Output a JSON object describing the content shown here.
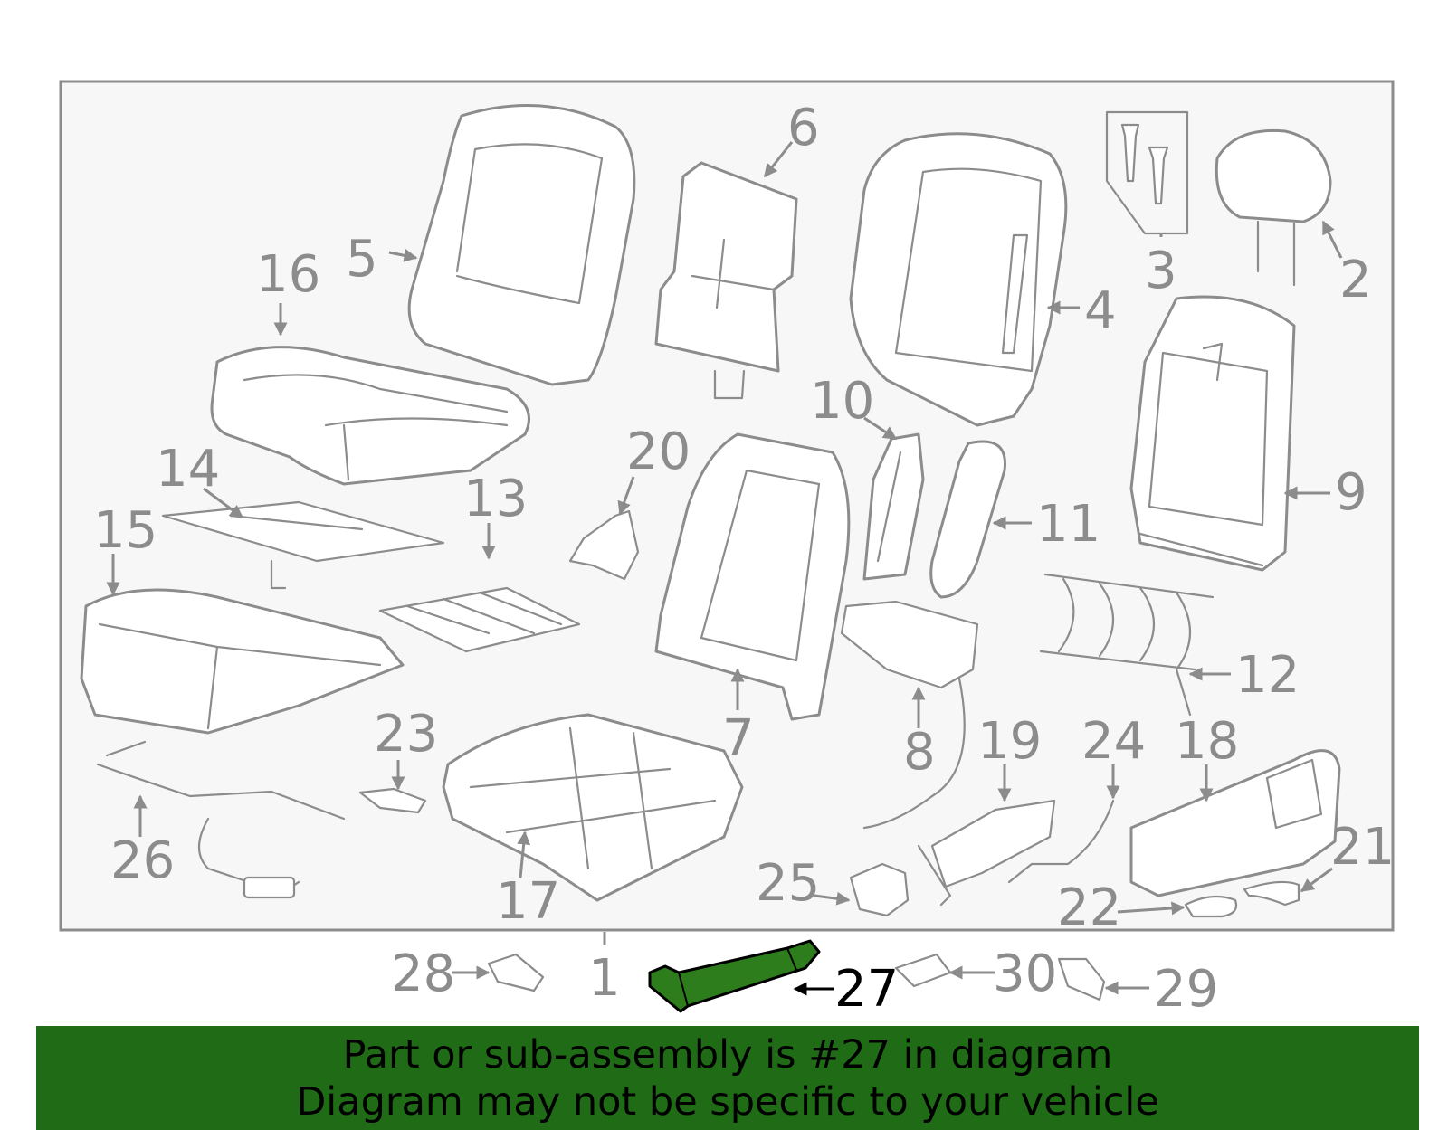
{
  "diagram": {
    "frame_color": "#8c8c8c",
    "highlight_part": "27",
    "highlight_color": "#2e7d1c",
    "callouts": {
      "p1": "1",
      "p2": "2",
      "p3": "3",
      "p4": "4",
      "p5": "5",
      "p6": "6",
      "p7": "7",
      "p8": "8",
      "p9": "9",
      "p10": "10",
      "p11": "11",
      "p12": "12",
      "p13": "13",
      "p14": "14",
      "p15": "15",
      "p16": "16",
      "p17": "17",
      "p18": "18",
      "p19": "19",
      "p20": "20",
      "p21": "21",
      "p22": "22",
      "p23": "23",
      "p24": "24",
      "p25": "25",
      "p26": "26",
      "p27": "27",
      "p28": "28",
      "p29": "29",
      "p30": "30"
    }
  },
  "banner": {
    "line1": "Part or sub-assembly is #27 in diagram",
    "line2": "Diagram may not be specific to your vehicle",
    "background": "#1f6b16"
  }
}
